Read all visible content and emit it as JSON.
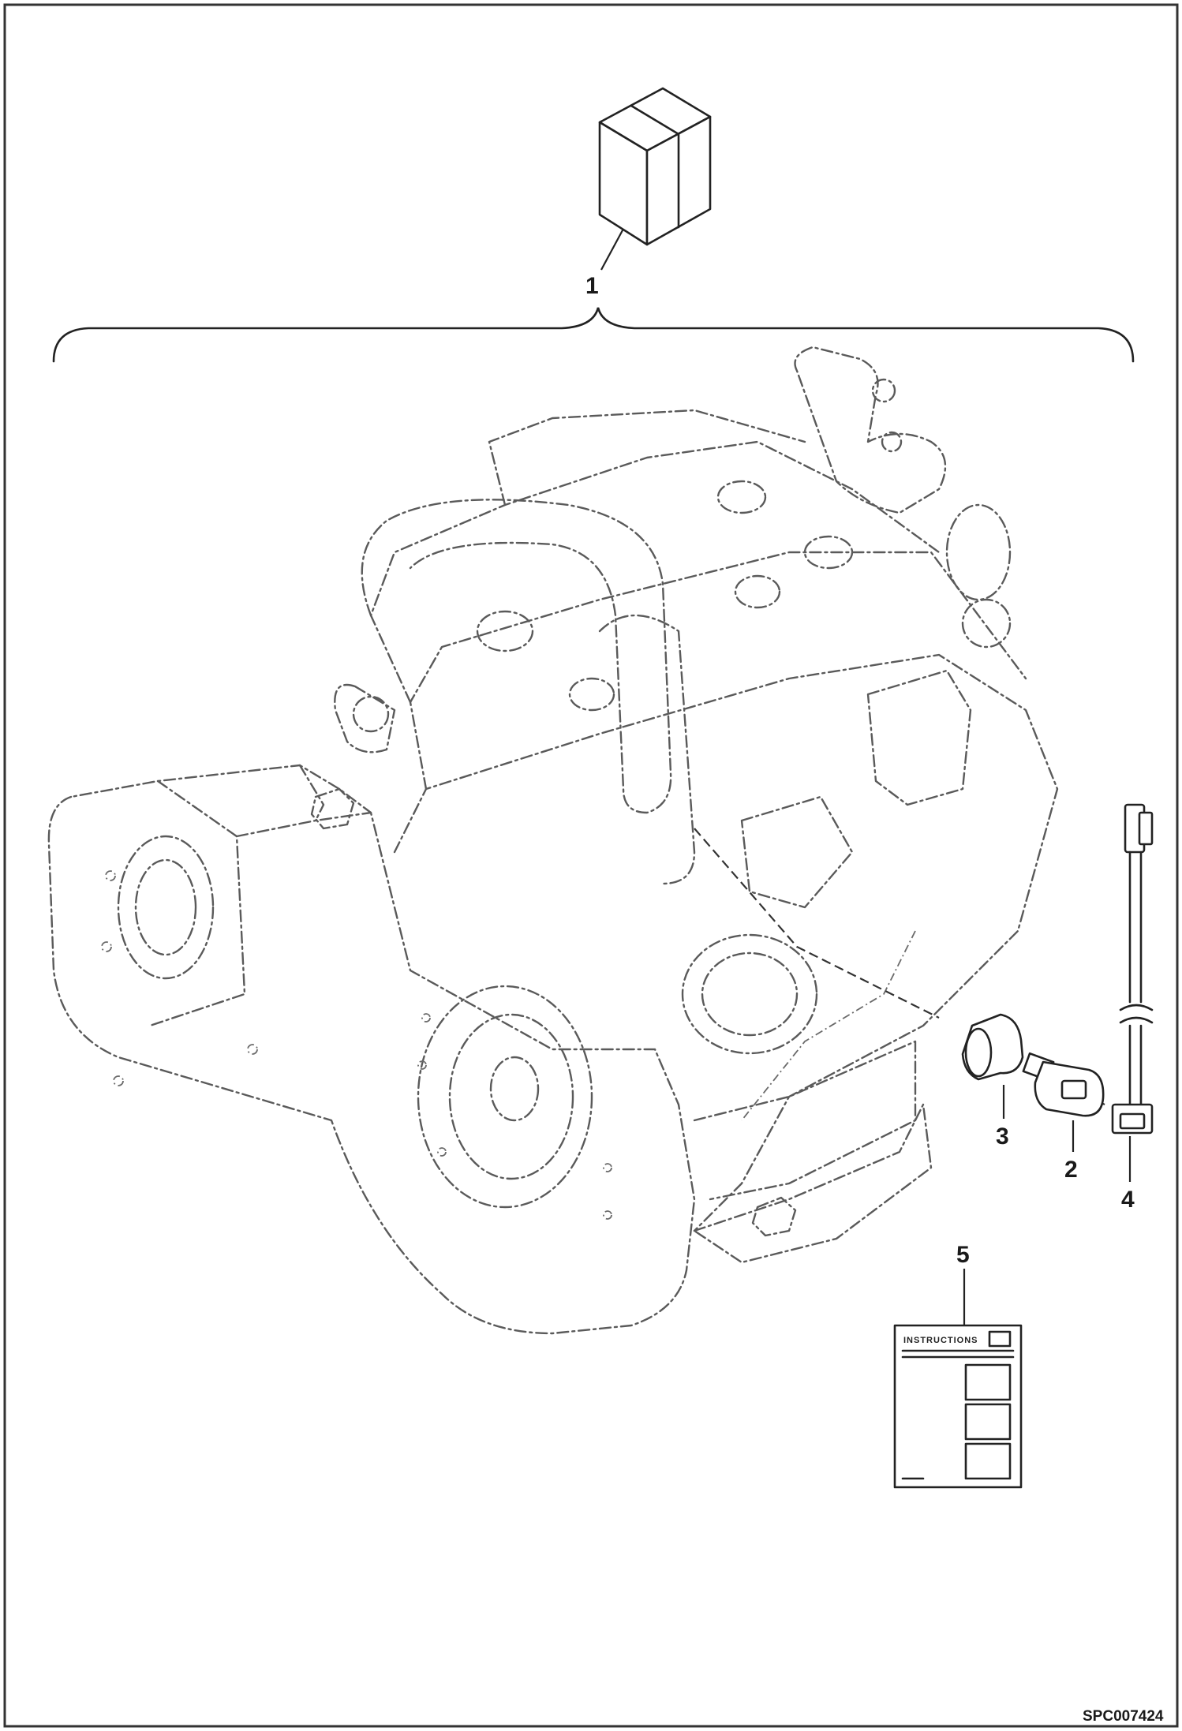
{
  "diagram": {
    "callouts": [
      {
        "id": "1",
        "label": "1"
      },
      {
        "id": "2",
        "label": "2"
      },
      {
        "id": "3",
        "label": "3"
      },
      {
        "id": "4",
        "label": "4"
      },
      {
        "id": "5",
        "label": "5"
      }
    ],
    "manual_heading": "INSTRUCTIONS",
    "figure_ref": "SPC007424",
    "colors": {
      "ink": "#222222",
      "ghost": "#5a5a5a",
      "background": "#ffffff"
    },
    "icons": [
      "kit-box-icon",
      "engine-assembly-phantom",
      "plug-part-icon",
      "sensor-part-icon",
      "wire-harness-icon",
      "instruction-manual-icon"
    ]
  }
}
